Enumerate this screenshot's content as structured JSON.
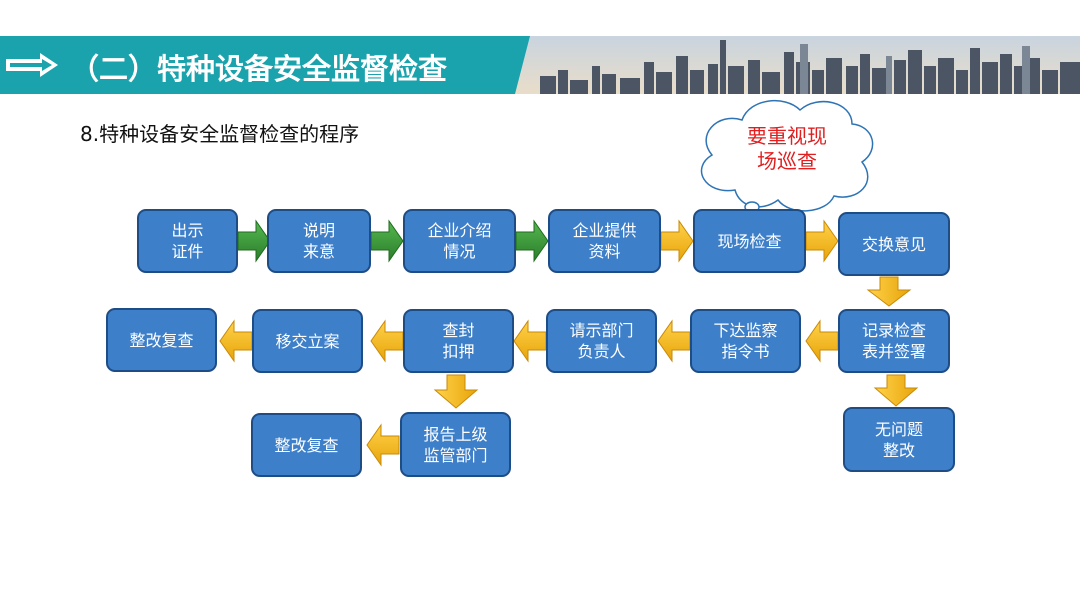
{
  "header": {
    "title": "（二）特种设备安全监督检查",
    "arrow_icon": "right-arrow-icon",
    "background_color": "#1aa3ad"
  },
  "subtitle": "8.特种设备安全监督检查的程序",
  "callout": {
    "text": "要重视现场巡查",
    "line1": "要重视现",
    "line2": "场巡查",
    "color": "#e02020"
  },
  "flow": {
    "box_color": "#3d7fc9",
    "arrow_green": "#3a9a3a",
    "arrow_yellow": "#f2b411",
    "row1": [
      {
        "id": "show-id",
        "label": "出示\n证件"
      },
      {
        "id": "explain-purpose",
        "label": "说明\n来意"
      },
      {
        "id": "company-intro",
        "label": "企业介绍\n情况"
      },
      {
        "id": "company-materials",
        "label": "企业提供\n资料"
      },
      {
        "id": "site-inspection",
        "label": "现场检查"
      },
      {
        "id": "exchange-opinions",
        "label": "交换意见"
      }
    ],
    "row2": [
      {
        "id": "rectify-review-1",
        "label": "整改复查"
      },
      {
        "id": "transfer-case",
        "label": "移交立案"
      },
      {
        "id": "seal-detain",
        "label": "查封\n扣押"
      },
      {
        "id": "ask-leader",
        "label": "请示部门\n负责人"
      },
      {
        "id": "issue-directive",
        "label": "下达监察\n指令书"
      },
      {
        "id": "record-form",
        "label": "记录检查\n表并签署"
      }
    ],
    "row3": [
      {
        "id": "rectify-review-2",
        "label": "整改复查"
      },
      {
        "id": "report-superior",
        "label": "报告上级\n监管部门"
      },
      {
        "id": "no-problem",
        "label": "无问题\n整改"
      }
    ]
  }
}
